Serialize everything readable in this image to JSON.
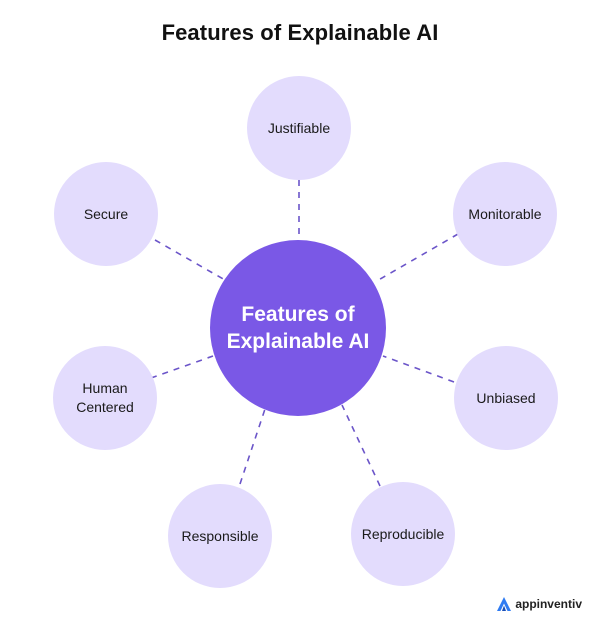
{
  "title": "Features of Explainable AI",
  "center": {
    "label": "Features of\nExplainable AI",
    "color": "#7a58e6"
  },
  "node_color": "#e3dcfd",
  "nodes": [
    {
      "label": "Justifiable"
    },
    {
      "label": "Monitorable"
    },
    {
      "label": "Unbiased"
    },
    {
      "label": "Reproducible"
    },
    {
      "label": "Responsible"
    },
    {
      "label": "Human\nCentered"
    },
    {
      "label": "Secure"
    }
  ],
  "logo": {
    "text": "appinventiv",
    "icon": "appinventiv-logo-icon"
  }
}
